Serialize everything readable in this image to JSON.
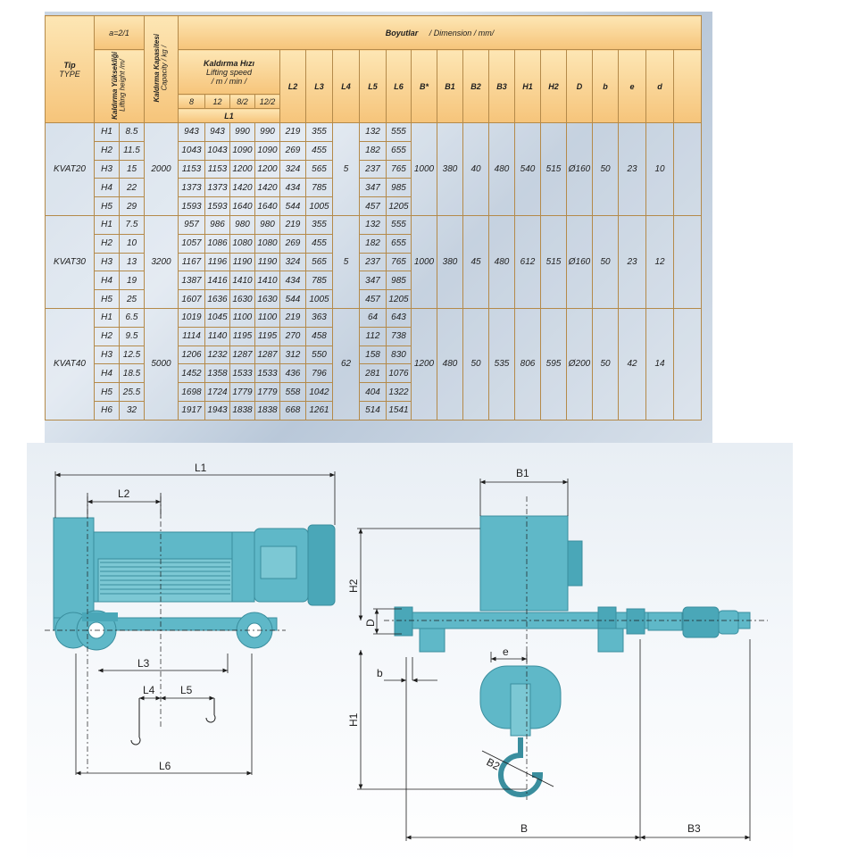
{
  "table": {
    "header": {
      "tip_label": "Tip",
      "type_label": "TYPE",
      "ratio": "a=2/1",
      "lift_height_tr": "Kaldırma Yüksekliği",
      "lift_height_en": "Lifting height /m/",
      "capacity_tr": "Kaldırma Kapasitesi",
      "capacity_en": "Capacity / kg /",
      "dims_tr": "Boyutlar",
      "dims_en": "/  Dimension  / mm/",
      "speed_tr": "Kaldırma Hızı",
      "speed_en": "Lifting speed",
      "speed_unit": "/ m / min /",
      "speeds": [
        "8",
        "12",
        "8/2",
        "12/2"
      ],
      "l1": "L1",
      "cols": [
        "L2",
        "L3",
        "L4",
        "L5",
        "L6",
        "B*",
        "B1",
        "B2",
        "B3",
        "H1",
        "H2",
        "D",
        "b",
        "e",
        "d"
      ]
    },
    "groups": [
      {
        "type": "KVAT20",
        "capacity": "2000",
        "l4": "5",
        "shared": [
          "1000",
          "380",
          "40",
          "480",
          "540",
          "515",
          "Ø160",
          "50",
          "23",
          "10"
        ],
        "rows": [
          {
            "h": "H1",
            "lh": "8.5",
            "l1": [
              "943",
              "943",
              "990",
              "990"
            ],
            "l2": "219",
            "l3": "355",
            "l5": "132",
            "l6": "555"
          },
          {
            "h": "H2",
            "lh": "11.5",
            "l1": [
              "1043",
              "1043",
              "1090",
              "1090"
            ],
            "l2": "269",
            "l3": "455",
            "l5": "182",
            "l6": "655"
          },
          {
            "h": "H3",
            "lh": "15",
            "l1": [
              "1153",
              "1153",
              "1200",
              "1200"
            ],
            "l2": "324",
            "l3": "565",
            "l5": "237",
            "l6": "765"
          },
          {
            "h": "H4",
            "lh": "22",
            "l1": [
              "1373",
              "1373",
              "1420",
              "1420"
            ],
            "l2": "434",
            "l3": "785",
            "l5": "347",
            "l6": "985"
          },
          {
            "h": "H5",
            "lh": "29",
            "l1": [
              "1593",
              "1593",
              "1640",
              "1640"
            ],
            "l2": "544",
            "l3": "1005",
            "l5": "457",
            "l6": "1205"
          }
        ]
      },
      {
        "type": "KVAT30",
        "capacity": "3200",
        "l4": "5",
        "shared": [
          "1000",
          "380",
          "45",
          "480",
          "612",
          "515",
          "Ø160",
          "50",
          "23",
          "12"
        ],
        "rows": [
          {
            "h": "H1",
            "lh": "7.5",
            "l1": [
              "957",
              "986",
              "980",
              "980"
            ],
            "l2": "219",
            "l3": "355",
            "l5": "132",
            "l6": "555"
          },
          {
            "h": "H2",
            "lh": "10",
            "l1": [
              "1057",
              "1086",
              "1080",
              "1080"
            ],
            "l2": "269",
            "l3": "455",
            "l5": "182",
            "l6": "655"
          },
          {
            "h": "H3",
            "lh": "13",
            "l1": [
              "1167",
              "1196",
              "1190",
              "1190"
            ],
            "l2": "324",
            "l3": "565",
            "l5": "237",
            "l6": "765"
          },
          {
            "h": "H4",
            "lh": "19",
            "l1": [
              "1387",
              "1416",
              "1410",
              "1410"
            ],
            "l2": "434",
            "l3": "785",
            "l5": "347",
            "l6": "985"
          },
          {
            "h": "H5",
            "lh": "25",
            "l1": [
              "1607",
              "1636",
              "1630",
              "1630"
            ],
            "l2": "544",
            "l3": "1005",
            "l5": "457",
            "l6": "1205"
          }
        ]
      },
      {
        "type": "KVAT40",
        "capacity": "5000",
        "l4": "62",
        "shared": [
          "1200",
          "480",
          "50",
          "535",
          "806",
          "595",
          "Ø200",
          "50",
          "42",
          "14"
        ],
        "rows": [
          {
            "h": "H1",
            "lh": "6.5",
            "l1": [
              "1019",
              "1045",
              "1100",
              "1100"
            ],
            "l2": "219",
            "l3": "363",
            "l5": "64",
            "l6": "643"
          },
          {
            "h": "H2",
            "lh": "9.5",
            "l1": [
              "1114",
              "1140",
              "1195",
              "1195"
            ],
            "l2": "270",
            "l3": "458",
            "l5": "112",
            "l6": "738"
          },
          {
            "h": "H3",
            "lh": "12.5",
            "l1": [
              "1206",
              "1232",
              "1287",
              "1287"
            ],
            "l2": "312",
            "l3": "550",
            "l5": "158",
            "l6": "830"
          },
          {
            "h": "H4",
            "lh": "18.5",
            "l1": [
              "1452",
              "1358",
              "1533",
              "1533"
            ],
            "l2": "436",
            "l3": "796",
            "l5": "281",
            "l6": "1076"
          },
          {
            "h": "H5",
            "lh": "25.5",
            "l1": [
              "1698",
              "1724",
              "1779",
              "1779"
            ],
            "l2": "558",
            "l3": "1042",
            "l5": "404",
            "l6": "1322"
          },
          {
            "h": "H6",
            "lh": "32",
            "l1": [
              "1917",
              "1943",
              "1838",
              "1838"
            ],
            "l2": "668",
            "l3": "1261",
            "l5": "514",
            "l6": "1541"
          }
        ]
      }
    ]
  },
  "drawing": {
    "labels": {
      "L1": "L1",
      "L2": "L2",
      "L3": "L3",
      "L4": "L4",
      "L5": "L5",
      "L6": "L6",
      "B1": "B1",
      "B2": "B2",
      "B3": "B3",
      "B": "B",
      "H1": "H1",
      "H2": "H2",
      "D": "D",
      "b": "b",
      "e": "e"
    },
    "colors": {
      "body": "#5fb8c8",
      "body_dark": "#3a8e9e",
      "body_light": "#8fd3de",
      "line": "#1c1c1c"
    }
  }
}
